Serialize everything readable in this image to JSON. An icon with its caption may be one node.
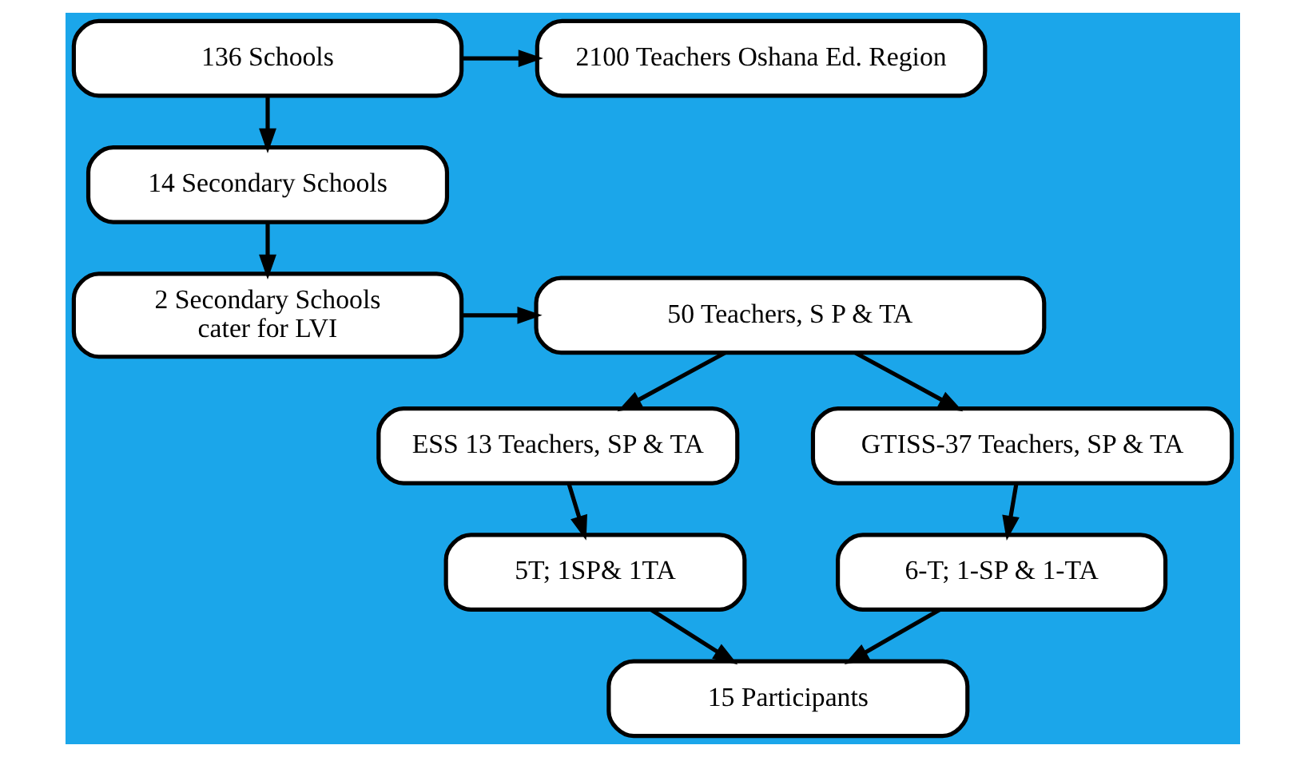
{
  "diagram": {
    "nodes": [
      {
        "text": [
          "136 Schools"
        ]
      },
      {
        "text": [
          "2100 Teachers Oshana Ed. Region"
        ]
      },
      {
        "text": [
          "14 Secondary Schools"
        ]
      },
      {
        "text": [
          "2 Secondary Schools cater for LVI"
        ]
      },
      {
        "text": [
          "50 Teachers, S P & TA"
        ]
      },
      {
        "text": [
          "ESS 13 Teachers, SP & TA"
        ]
      },
      {
        "text": [
          "GTISS-37 Teachers, SP & TA"
        ]
      },
      {
        "text": [
          "5T; 1SP& 1TA"
        ]
      },
      {
        "text": [
          "6-T; 1-SP & 1-TA"
        ]
      },
      {
        "text": [
          "15 Participants"
        ]
      }
    ],
    "edges": [
      {
        "from": 0,
        "to": 1,
        "arrow": "to"
      },
      {
        "from": 0,
        "to": 2,
        "arrow": "to"
      },
      {
        "from": 2,
        "to": 3,
        "arrow": "to"
      },
      {
        "from": 3,
        "to": 4,
        "arrow": "to"
      },
      {
        "from": 4,
        "to": 5,
        "arrow": "to"
      },
      {
        "from": 4,
        "to": 6,
        "arrow": "to"
      },
      {
        "from": 5,
        "to": 7,
        "arrow": "to"
      },
      {
        "from": 6,
        "to": 8,
        "arrow": "to"
      },
      {
        "from": 7,
        "to": 9,
        "arrow": "to"
      },
      {
        "from": 8,
        "to": 9,
        "arrow": "to"
      }
    ]
  }
}
